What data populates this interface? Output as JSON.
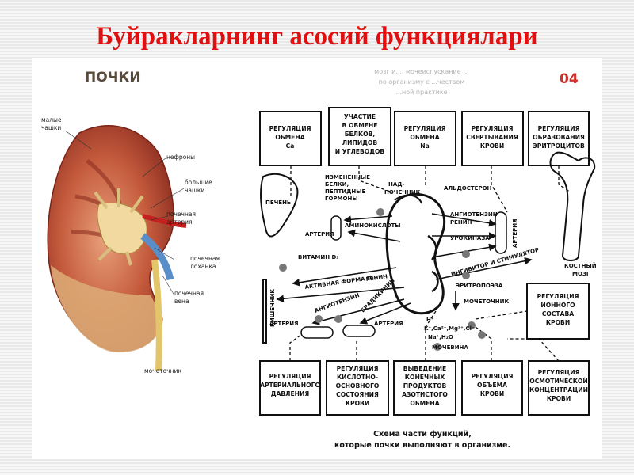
{
  "slide": {
    "title": "Буйракларнинг асосий функциялари"
  },
  "figure": {
    "heading": "ПОЧКИ",
    "page_number": "04",
    "faded_note": [
      "мозг и..., мочеиспускание ...",
      "по организму с ...чеством",
      "...ной практике"
    ],
    "caption": [
      "Схема части функций,",
      "которые почки выполняют в организме."
    ]
  },
  "kidney_labels": {
    "small_calyces": [
      "малые",
      "чашки"
    ],
    "nephrons": "нефроны",
    "large_calyces": [
      "большие",
      "чашки"
    ],
    "renal_artery": [
      "почечная",
      "артерия"
    ],
    "renal_pelvis": [
      "почечная",
      "лоханка"
    ],
    "renal_vein": [
      "почечная",
      "вена"
    ],
    "ureter": "мочеточник"
  },
  "top_boxes": [
    [
      "РЕГУЛЯЦИЯ",
      "ОБМЕНА",
      "Ca"
    ],
    [
      "УЧАСТИЕ",
      "В ОБМЕНЕ",
      "БЕЛКОВ,",
      "ЛИПИДОВ",
      "И УГЛЕВОДОВ"
    ],
    [
      "РЕГУЛЯЦИЯ",
      "ОБМЕНА",
      "Na"
    ],
    [
      "РЕГУЛЯЦИЯ",
      "СВЕРТЫВАНИЯ",
      "КРОВИ"
    ],
    [
      "РЕГУЛЯЦИЯ",
      "ОБРАЗОВАНИЯ",
      "ЭРИТРОЦИТОВ"
    ]
  ],
  "bottom_boxes": [
    [
      "РЕГУЛЯЦИЯ",
      "АРТЕРИАЛЬНОГО",
      "ДАВЛЕНИЯ"
    ],
    [
      "РЕГУЛЯЦИЯ",
      "КИСЛОТНО-",
      "ОСНОВНОГО",
      "СОСТОЯНИЯ",
      "КРОВИ"
    ],
    [
      "ВЫВЕДЕНИЕ",
      "КОНЕЧНЫХ",
      "ПРОДУКТОВ",
      "АЗОТИСТОГО",
      "ОБМЕНА"
    ],
    [
      "РЕГУЛЯЦИЯ",
      "ОБЪЕМА",
      "КРОВИ"
    ],
    [
      "РЕГУЛЯЦИЯ",
      "ОСМОТИЧЕСКОЙ",
      "КОНЦЕНТРАЦИИ",
      "КРОВИ"
    ]
  ],
  "right_box": [
    "РЕГУЛЯЦИЯ",
    "ИОННОГО",
    "СОСТАВА",
    "КРОВИ"
  ],
  "organ_labels": {
    "liver": "ПЕЧЕНЬ",
    "artery_left": "АРТЕРИЯ",
    "artery_mid": "АРТЕРИЯ",
    "artery_low": "АРТЕРИЯ",
    "artery_vertical": "АРТЕРИЯ",
    "intestine": "КИШЕЧНИК",
    "bone_marrow": [
      "КОСТНЫЙ",
      "МОЗГ"
    ],
    "adrenal": [
      "НАД-",
      "ПОЧЕЧНИК"
    ],
    "ureter_right": "МОЧЕТОЧНИК",
    "urine": "МОЧЕВИНА"
  },
  "flow_labels": {
    "modified_proteins": [
      "ИЗМЕНЕННЫЕ",
      "БЕЛКИ,",
      "ПЕПТИДНЫЕ",
      "ГОРМОНЫ"
    ],
    "amino_acids": "АМИНОКИСЛОТЫ",
    "aldosterone": "АЛЬДОСТЕРОН",
    "angiotensin_renin": [
      "АНГИОТЕНЗИН",
      "РЕНИН"
    ],
    "urokinase": "УРОКИНАЗА",
    "inhibitor_stimulator": "ИНГИБИТОР И СТИМУЛЯТОР",
    "erythropoiesis": "ЭРИТРОПОЭЗА",
    "vitamin_d": "ВИТАМИН D₃",
    "active_form_d": "АКТИВНАЯ ФОРМА D₃",
    "renin": "РЕНИН",
    "angiotensin": "АНГИОТЕНЗИН",
    "bradykinin": "БРАДИКИНИН",
    "ions": "H⁺",
    "ions2": "K⁺,Ca²⁺,Mg²⁺,Cl⁻",
    "ions3": "Na⁺,H₂O"
  }
}
